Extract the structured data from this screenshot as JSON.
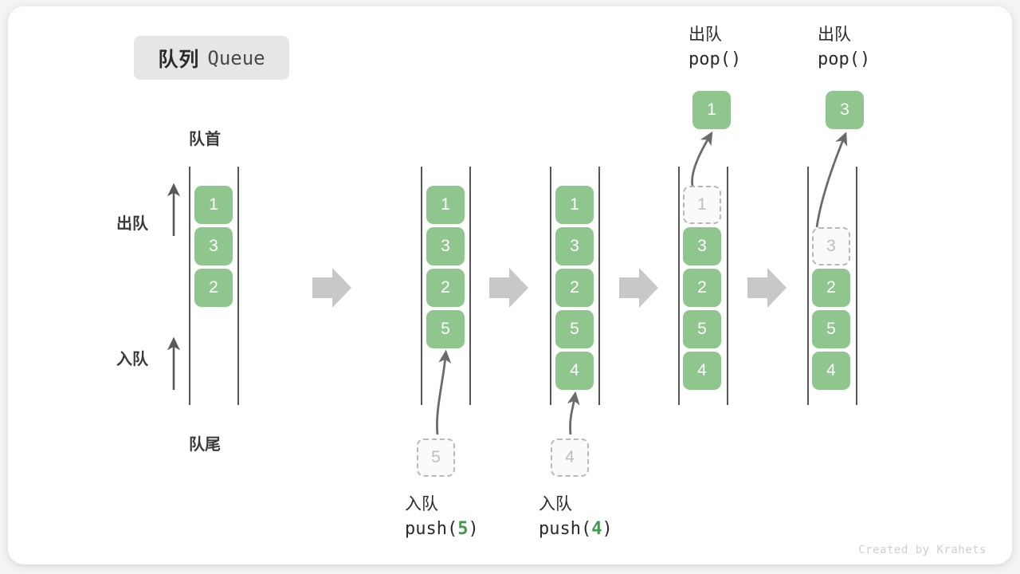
{
  "title": {
    "cn": "队列",
    "en": "Queue"
  },
  "labels": {
    "front": "队首",
    "rear": "队尾",
    "dequeue": "出队",
    "enqueue": "入队"
  },
  "credit": "Created by Krahets",
  "colors": {
    "box_green": "#8ec68e",
    "box_text": "#ffffff",
    "ghost_border": "#b8b8b8",
    "ghost_text": "#bdbdbd",
    "rail": "#555555",
    "step_arrow": "#c8c8c8",
    "curve_arrow": "#6b6b6b",
    "badge_bg": "#e6e6e6",
    "accent_green_text": "#3f9a4f"
  },
  "columns": [
    {
      "name": "initial-queue",
      "cells": [
        {
          "value": "1",
          "state": "solid"
        },
        {
          "value": "3",
          "state": "solid"
        },
        {
          "value": "2",
          "state": "solid"
        }
      ]
    },
    {
      "name": "after-push-5",
      "cells": [
        {
          "value": "1",
          "state": "solid"
        },
        {
          "value": "3",
          "state": "solid"
        },
        {
          "value": "2",
          "state": "solid"
        },
        {
          "value": "5",
          "state": "solid"
        }
      ]
    },
    {
      "name": "after-push-4",
      "cells": [
        {
          "value": "1",
          "state": "solid"
        },
        {
          "value": "3",
          "state": "solid"
        },
        {
          "value": "2",
          "state": "solid"
        },
        {
          "value": "5",
          "state": "solid"
        },
        {
          "value": "4",
          "state": "solid"
        }
      ]
    },
    {
      "name": "pop-1",
      "cells": [
        {
          "value": "1",
          "state": "ghost"
        },
        {
          "value": "3",
          "state": "solid"
        },
        {
          "value": "2",
          "state": "solid"
        },
        {
          "value": "5",
          "state": "solid"
        },
        {
          "value": "4",
          "state": "solid"
        }
      ]
    },
    {
      "name": "pop-3",
      "cells": [
        {
          "value": "",
          "state": "empty"
        },
        {
          "value": "3",
          "state": "ghost"
        },
        {
          "value": "2",
          "state": "solid"
        },
        {
          "value": "5",
          "state": "solid"
        },
        {
          "value": "4",
          "state": "solid"
        }
      ]
    }
  ],
  "push_ops": [
    {
      "name": "push-5",
      "cn": "入队",
      "fn": "push(",
      "arg": "5",
      "close": ")",
      "ghost": "5"
    },
    {
      "name": "push-4",
      "cn": "入队",
      "fn": "push(",
      "arg": "4",
      "close": ")",
      "ghost": "4"
    }
  ],
  "pop_ops": [
    {
      "name": "pop-1",
      "cn": "出队",
      "code": "pop()",
      "popped": "1"
    },
    {
      "name": "pop-3",
      "cn": "出队",
      "code": "pop()",
      "popped": "3"
    }
  ]
}
